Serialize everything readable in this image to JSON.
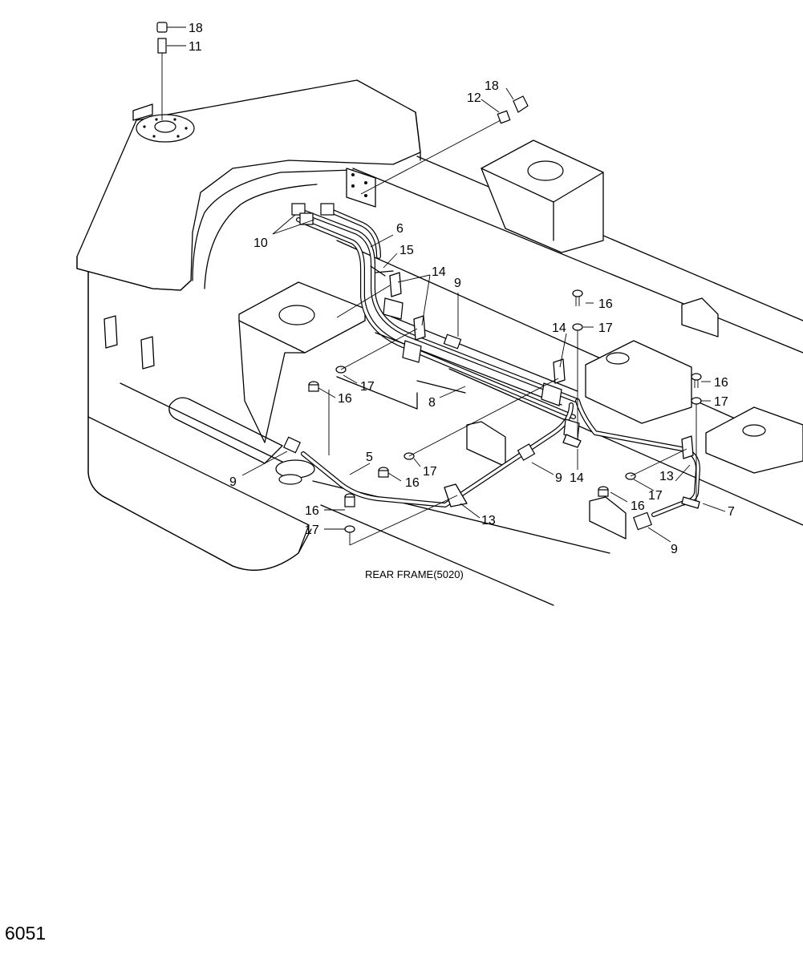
{
  "diagram": {
    "caption": "REAR FRAME(5020)",
    "callouts": {
      "c18a": "18",
      "c11": "11",
      "c18b": "18",
      "c12": "12",
      "c6": "6",
      "c15": "15",
      "c10": "10",
      "c14a": "14",
      "c9a": "9",
      "c16a": "16",
      "c14b": "14",
      "c17a": "17",
      "c17b": "17",
      "c16b": "16",
      "c8": "8",
      "c16c": "16",
      "c17c": "17",
      "c5": "5",
      "c9b": "9",
      "c17d": "17",
      "c16d": "16",
      "c16e": "16",
      "c13a": "13",
      "c17e": "17",
      "c9c": "9",
      "c14c": "14",
      "c13b": "13",
      "c17f": "17",
      "c16f": "16",
      "c7": "7",
      "c9d": "9"
    }
  },
  "page_number": "6051"
}
